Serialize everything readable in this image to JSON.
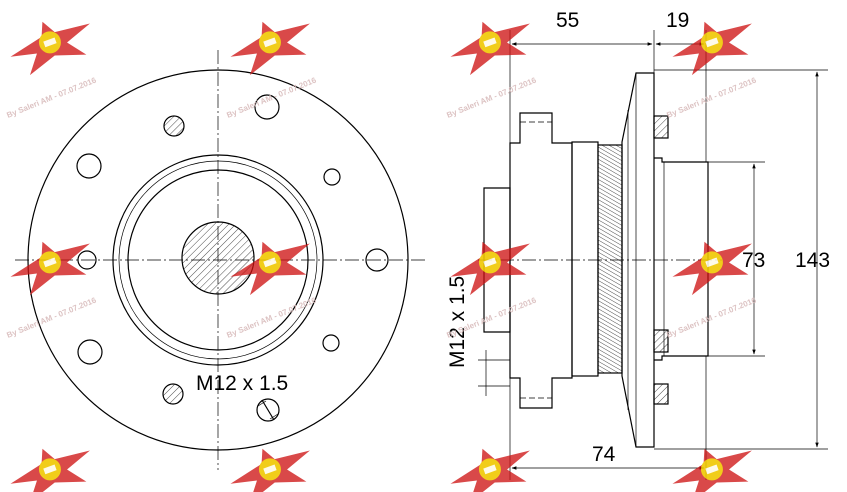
{
  "front_view": {
    "thread_label": "M12 x 1.5"
  },
  "side_view": {
    "thread_label": "M12 x 1.5"
  },
  "dimensions": {
    "d55": "55",
    "d19": "19",
    "d73": "73",
    "d143": "143",
    "d74": "74"
  },
  "watermark": {
    "text": "By Saleri AM - 07.07.2016",
    "colors": {
      "star": "#cc1010",
      "logo": "#f0c800"
    }
  }
}
